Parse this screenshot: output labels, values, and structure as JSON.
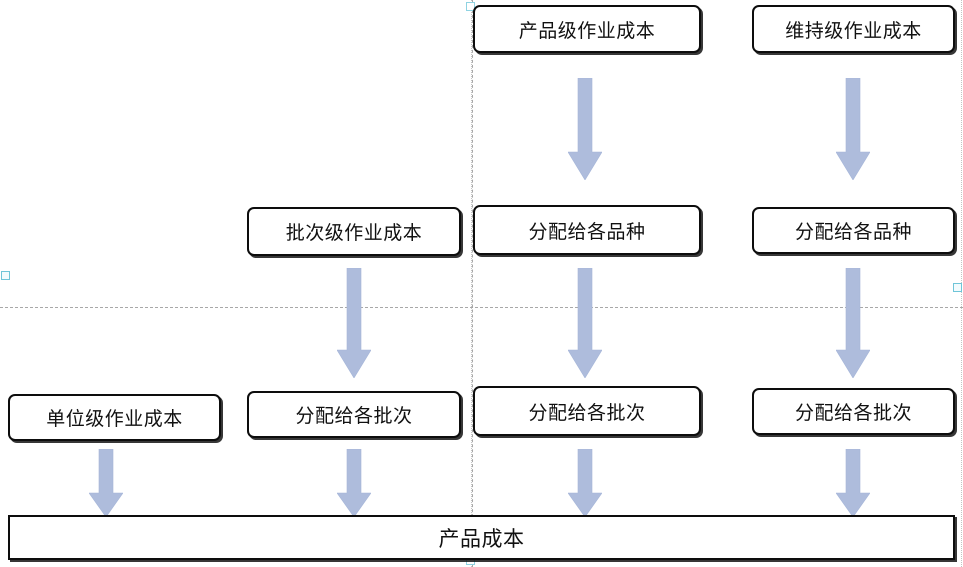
{
  "diagram": {
    "title_bar": {
      "label": "产品成本"
    },
    "columns": [
      {
        "id": "col-unit",
        "label": "单位级作业成本"
      },
      {
        "id": "col-batch",
        "label": "批次级作业成本"
      },
      {
        "id": "col-product",
        "label": "产品级作业成本"
      },
      {
        "id": "col-sustain",
        "label": "维持级作业成本"
      }
    ],
    "nodes": {
      "r1c3": "产品级作业成本",
      "r1c4": "维持级作业成本",
      "r2c2": "批次级作业成本",
      "r2c3": "分配给各品种",
      "r2c4": "分配给各品种",
      "r3c1": "单位级作业成本",
      "r3c2": "分配给各批次",
      "r3c3": "分配给各批次",
      "r3c4": "分配给各批次",
      "bottom": "产品成本"
    },
    "arrows": [
      {
        "id": "arrow-r1c3-to-r2c3",
        "from": "r1c3",
        "to": "r2c3"
      },
      {
        "id": "arrow-r1c4-to-r2c4",
        "from": "r1c4",
        "to": "r2c4"
      },
      {
        "id": "arrow-r2c2-to-r3c2",
        "from": "r2c2",
        "to": "r3c2"
      },
      {
        "id": "arrow-r2c3-to-r3c3",
        "from": "r2c3",
        "to": "r3c3"
      },
      {
        "id": "arrow-r2c4-to-r3c4",
        "from": "r2c4",
        "to": "r3c4"
      },
      {
        "id": "arrow-r3c1-to-bottom",
        "from": "r3c1",
        "to": "bottom"
      },
      {
        "id": "arrow-r3c2-to-bottom",
        "from": "r3c2",
        "to": "bottom"
      },
      {
        "id": "arrow-r3c3-to-bottom",
        "from": "r3c3",
        "to": "bottom"
      },
      {
        "id": "arrow-r3c4-to-bottom",
        "from": "r3c4",
        "to": "bottom"
      }
    ],
    "colors": {
      "arrow_fill": "#aebcdc",
      "arrow_stroke": "#9fb0d4",
      "box_border": "#0d0d0d",
      "box_fill": "#ffffff",
      "guide_line": "#9a9a9a",
      "handle": "#6fc5d8",
      "text": "#111111",
      "background": "#ffffff"
    }
  }
}
